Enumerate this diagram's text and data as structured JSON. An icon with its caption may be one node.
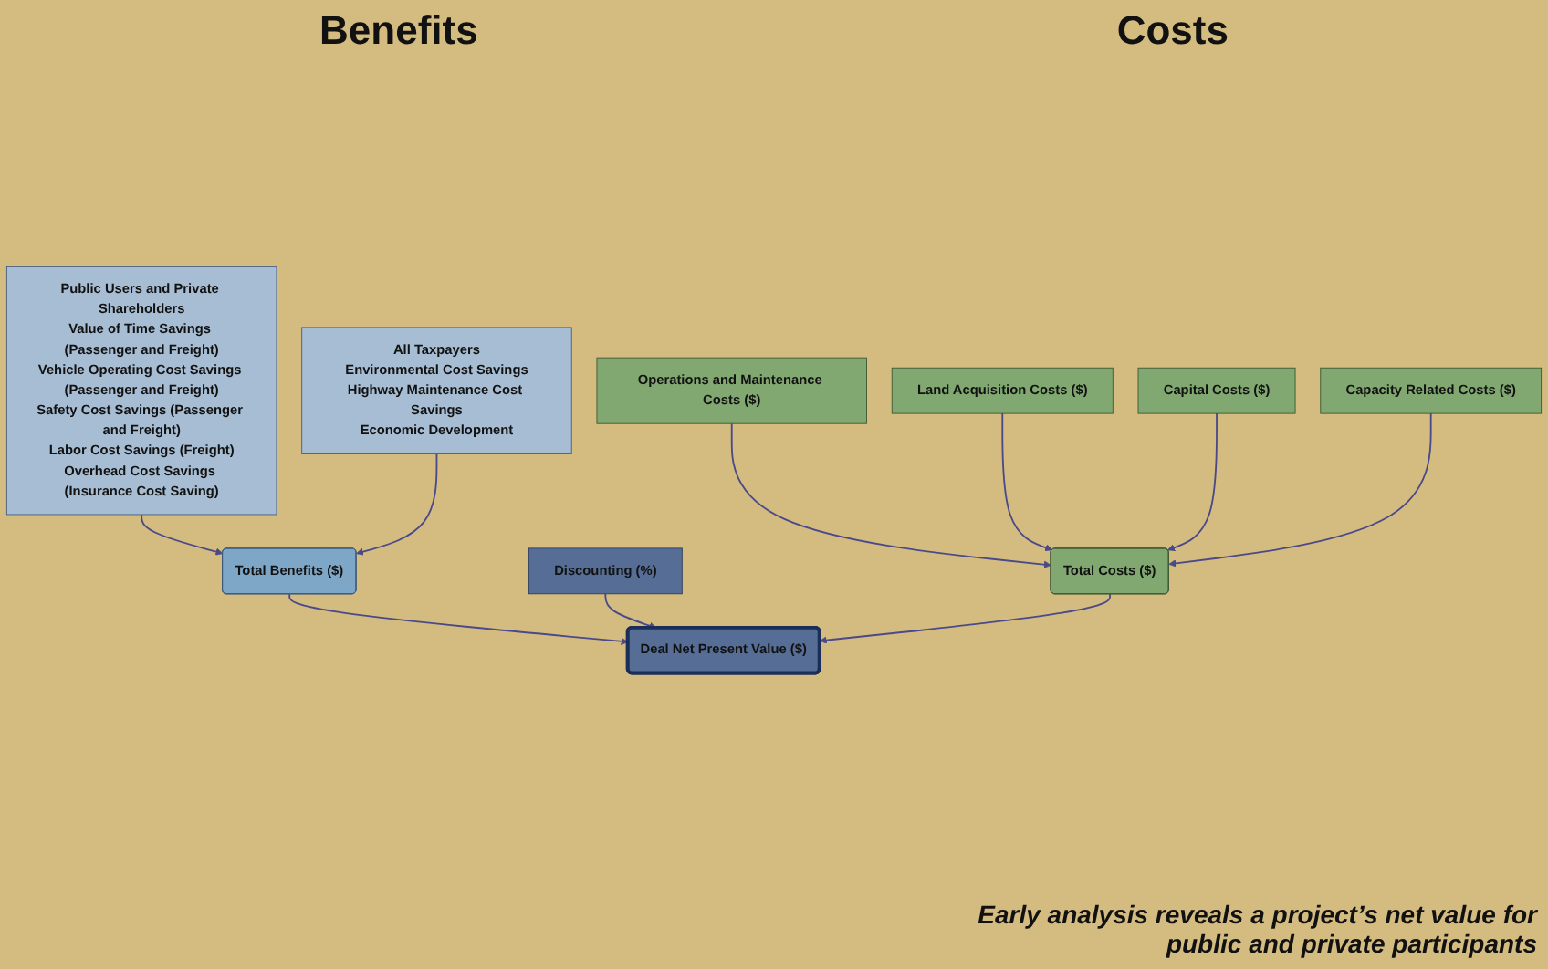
{
  "diagram": {
    "caption": "Early analysis reveals a project’s net value for public and private participants",
    "labels": [
      "Benefits",
      "Costs"
    ],
    "nodes": [
      {
        "text": [
          "Public Users and Private Shareholders",
          "Value of Time Savings (Passenger and Freight)",
          "Vehicle Operating Cost Savings (Passenger and Freight)",
          "Safety Cost Savings (Passenger and Freight)",
          "Labor Cost Savings (Freight)",
          "Overhead Cost Savings (Insurance Cost Saving)"
        ]
      },
      {
        "text": [
          "All Taxpayers",
          "Environmental Cost Savings",
          "Highway Maintenance Cost Savings",
          "Economic Development"
        ]
      },
      {
        "text": [
          "Operations and Maintenance Costs ($)"
        ]
      },
      {
        "text": [
          "Land Acquisition Costs ($)"
        ]
      },
      {
        "text": [
          "Capital Costs ($)"
        ]
      },
      {
        "text": [
          "Capacity Related Costs ($)"
        ]
      },
      {
        "text": [
          "Total Benefits ($)"
        ]
      },
      {
        "text": [
          "Discounting (%)"
        ]
      },
      {
        "text": [
          "Total Costs ($)"
        ]
      },
      {
        "text": [
          "Deal Net Present Value ($)"
        ]
      }
    ],
    "edges": [
      {
        "from": 0,
        "to": 6,
        "arrow": "to"
      },
      {
        "from": 1,
        "to": 6,
        "arrow": "to"
      },
      {
        "from": 2,
        "to": 8,
        "arrow": "to"
      },
      {
        "from": 3,
        "to": 8,
        "arrow": "to"
      },
      {
        "from": 4,
        "to": 8,
        "arrow": "to"
      },
      {
        "from": 5,
        "to": 8,
        "arrow": "to"
      },
      {
        "from": 6,
        "to": 9,
        "arrow": "to"
      },
      {
        "from": 7,
        "to": 9,
        "arrow": "to"
      },
      {
        "from": 8,
        "to": 9,
        "arrow": "to"
      }
    ]
  }
}
